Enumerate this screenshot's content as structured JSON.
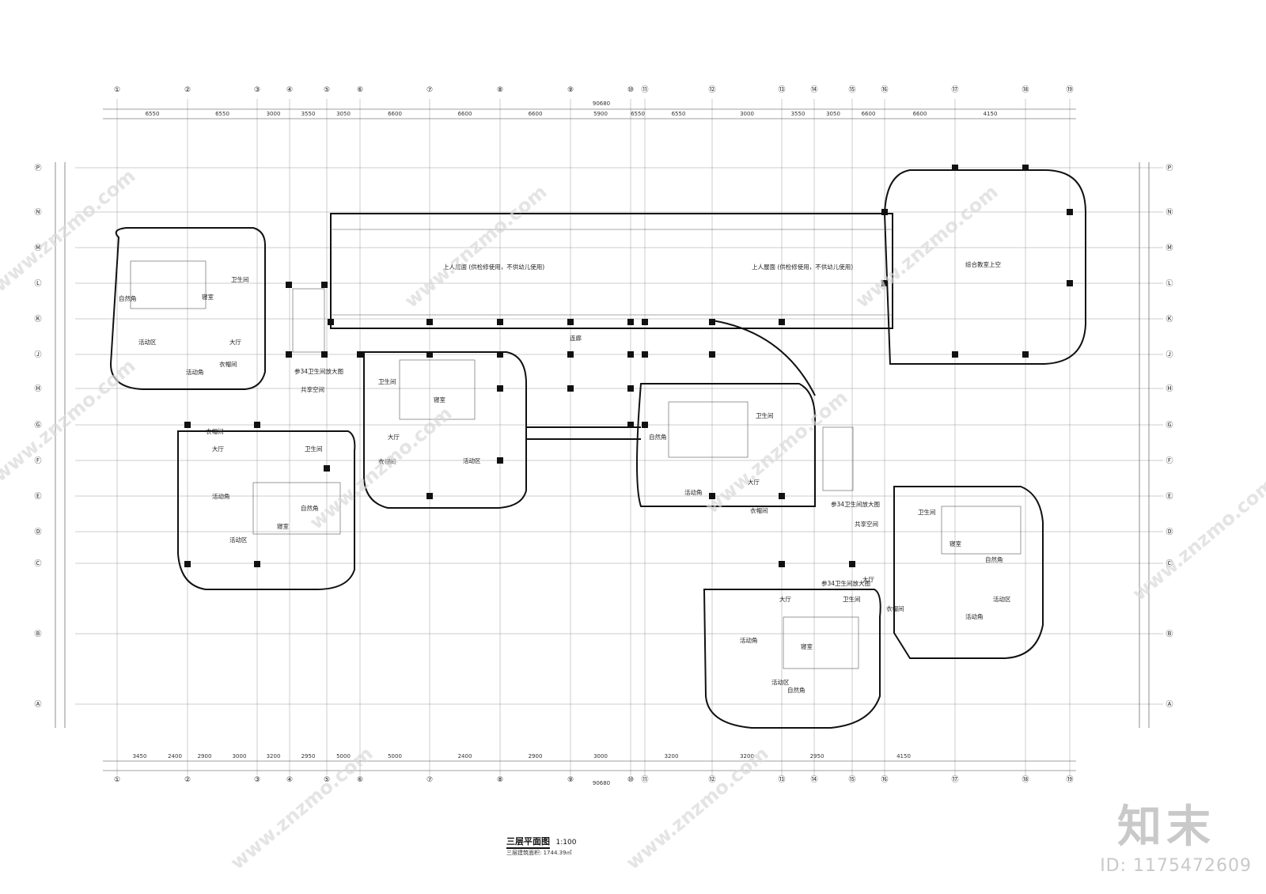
{
  "drawing": {
    "title": "三层平面图",
    "scale": "1:100",
    "area_text": "三层建筑面积: 1744.39㎡"
  },
  "watermark": {
    "brand": "知末",
    "id_text": "ID: 1175472609",
    "site": "www.znzmo.com"
  },
  "axes": {
    "columns": [
      "①",
      "②",
      "③",
      "④",
      "⑤",
      "⑥",
      "⑦",
      "⑧",
      "⑨",
      "⑩",
      "⑪",
      "⑫",
      "⑬",
      "⑭",
      "⑮",
      "⑯",
      "⑰",
      "⑱",
      "⑲"
    ],
    "rows": [
      "Ⓐ",
      "Ⓑ",
      "Ⓒ",
      "Ⓓ",
      "Ⓔ",
      "Ⓕ",
      "Ⓖ",
      "Ⓗ",
      "Ⓙ",
      "Ⓚ",
      "Ⓛ",
      "Ⓜ",
      "Ⓝ",
      "Ⓟ"
    ]
  },
  "dimensions": {
    "total": "90680",
    "top_row": [
      "6550",
      "6550",
      "3000",
      "3550",
      "3050",
      "6600",
      "6600",
      "6600",
      "5900",
      "6550",
      "6550",
      "3000",
      "3550",
      "3050",
      "6600",
      "6600",
      "4150"
    ],
    "bottom_row": [
      "3450",
      "2400",
      "2900",
      "3000",
      "3200",
      "2950",
      "5000",
      "5000",
      "2400",
      "2900",
      "3000",
      "3200",
      "3200",
      "2950",
      "4150"
    ]
  },
  "rooms": {
    "roof_left": "上人屋面 (供检修使用，不供幼儿使用)",
    "roof_right": "上人屋面 (供检修使用，不供幼儿使用)",
    "multi_room": "综合教室上空",
    "corridor": "连廊",
    "shared": "共享空间",
    "hall": "大厅",
    "toilet": "卫生间",
    "nature": "自然角",
    "activity": "活动区",
    "activity_corner": "活动角",
    "sleep": "寝室",
    "cloak": "衣帽间",
    "stair_note": "参34卫生间放大图"
  }
}
